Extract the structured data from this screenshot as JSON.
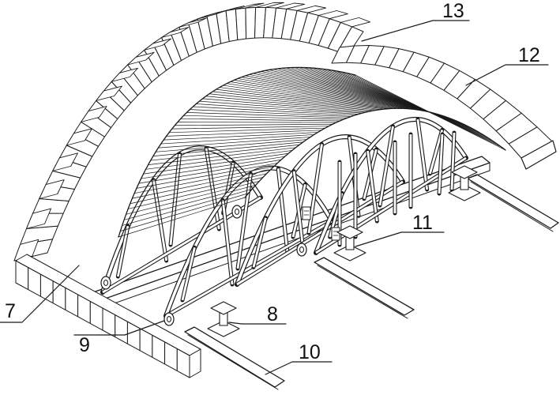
{
  "diagram": {
    "callouts": [
      {
        "id": "c13",
        "label": "13"
      },
      {
        "id": "c12",
        "label": "12"
      },
      {
        "id": "c11",
        "label": "11"
      },
      {
        "id": "c10",
        "label": "10"
      },
      {
        "id": "c9",
        "label": "9"
      },
      {
        "id": "c8",
        "label": "8"
      },
      {
        "id": "c7",
        "label": "7"
      }
    ]
  }
}
